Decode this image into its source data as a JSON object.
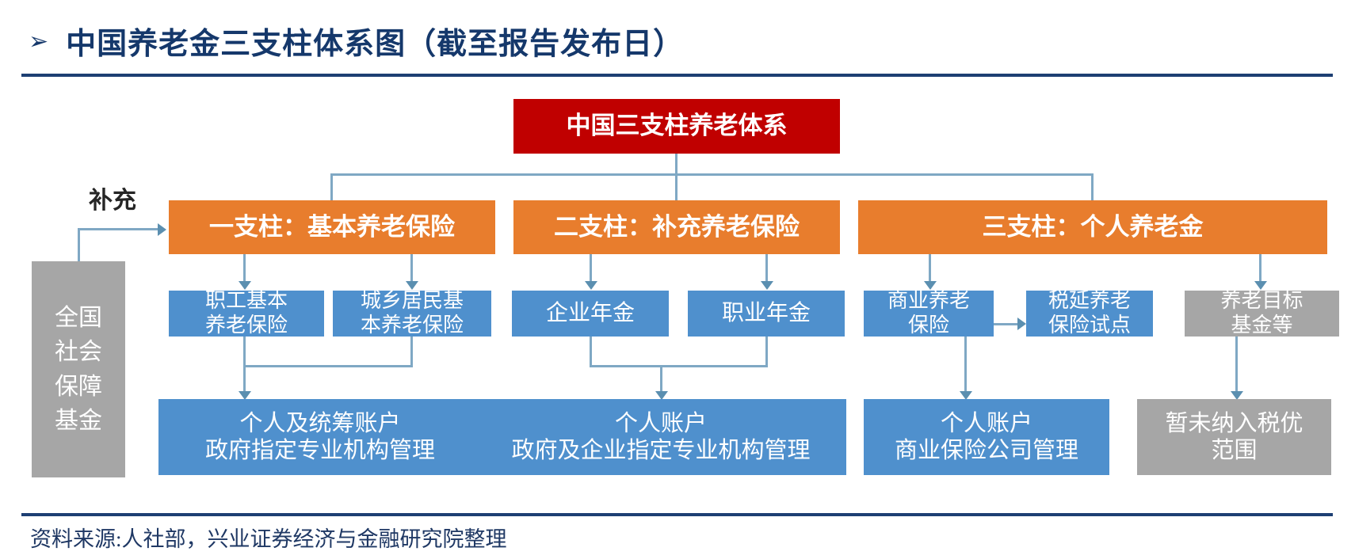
{
  "header": {
    "bullet": "➢",
    "title": "中国养老金三支柱体系图（截至报告发布日）"
  },
  "footer": {
    "source": "资料来源:人社部，兴业证券经济与金融研究院整理"
  },
  "colors": {
    "title_navy": "#15386b",
    "rule_navy": "#1d3f73",
    "root_red": "#c00000",
    "pillar_orange": "#e87d2d",
    "node_blue": "#4f90cd",
    "node_gray": "#a6a6a6",
    "connector_blue": "#7fa8c4"
  },
  "diagram": {
    "root": {
      "label": "中国三支柱养老体系",
      "color": "red"
    },
    "side_label": "补充",
    "side_fund": {
      "label": "全国\n社会\n保障\n基金",
      "color": "gray"
    },
    "pillars": [
      {
        "id": "pillar-1",
        "label": "一支柱：基本养老保险",
        "color": "orange",
        "children": [
          {
            "id": "employee-basic-pension",
            "label": "职工基本\n养老保险",
            "color": "blue"
          },
          {
            "id": "urban-rural-resident-basic-pension",
            "label": "城乡居民基\n本养老保险",
            "color": "blue"
          }
        ],
        "summary": {
          "id": "pillar-1-summary",
          "label": "个人及统筹账户\n政府指定专业机构管理",
          "color": "blue"
        }
      },
      {
        "id": "pillar-2",
        "label": "二支柱：补充养老保险",
        "color": "orange",
        "children": [
          {
            "id": "enterprise-annuity",
            "label": "企业年金",
            "color": "blue"
          },
          {
            "id": "occupational-annuity",
            "label": "职业年金",
            "color": "blue"
          }
        ],
        "summary": {
          "id": "pillar-2-summary",
          "label": "个人账户\n政府及企业指定专业机构管理",
          "color": "blue"
        }
      },
      {
        "id": "pillar-3",
        "label": "三支柱：个人养老金",
        "color": "orange",
        "children": [
          {
            "id": "commercial-pension-insurance",
            "label": "商业养老\n保险",
            "color": "blue"
          },
          {
            "id": "tax-deferred-pension-insurance-pilot",
            "label": "税延养老\n保险试点",
            "color": "blue"
          },
          {
            "id": "pension-target-fund",
            "label": "养老目标\n基金等",
            "color": "gray"
          }
        ],
        "summaries": [
          {
            "id": "pillar-3-summary-a",
            "label": "个人账户\n商业保险公司管理",
            "color": "blue"
          },
          {
            "id": "pillar-3-summary-b",
            "label": "暂未纳入税优\n范围",
            "color": "gray"
          }
        ]
      }
    ]
  }
}
